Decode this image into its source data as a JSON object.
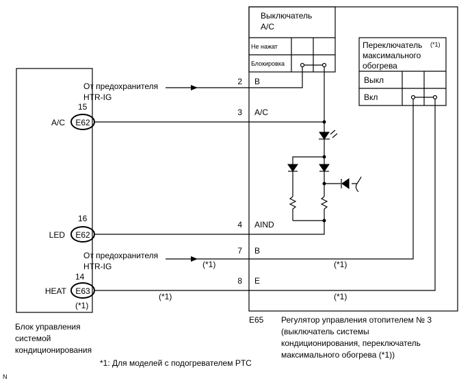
{
  "ecu": {
    "name_lines": [
      "Блок управления",
      "системой",
      "кондиционирования"
    ],
    "pins": [
      {
        "label": "A/C",
        "number": "15",
        "connector": "E62"
      },
      {
        "label": "LED",
        "number": "16",
        "connector": "E62"
      },
      {
        "label": "HEAT",
        "number": "14",
        "connector": "E63",
        "note": "(*1)"
      }
    ]
  },
  "ac_switch": {
    "title_lines": [
      "Выключатель",
      "A/C"
    ],
    "states": [
      "Не нажат",
      "Блокировка"
    ]
  },
  "max_heat_switch": {
    "title_lines": [
      "Переключатель",
      "максимального",
      "обогрева"
    ],
    "title_note": "(*1)",
    "states": [
      "Выкл",
      "Вкл"
    ]
  },
  "terminals": [
    {
      "number": "2",
      "name": "B"
    },
    {
      "number": "3",
      "name": "A/C"
    },
    {
      "number": "4",
      "name": "AIND"
    },
    {
      "number": "7",
      "name": "B"
    },
    {
      "number": "8",
      "name": "E"
    }
  ],
  "fuse_source": {
    "lines": [
      "От предохранителя",
      "HTR-IG"
    ]
  },
  "wire_notes": [
    "(*1)",
    "(*1)",
    "(*1)",
    "(*1)"
  ],
  "controller": {
    "connector": "E65",
    "name_lines": [
      "Регулятор управления отопителем № 3",
      "(выключатель системы",
      "кондиционирования, переключатель",
      "максимального обогрева (*1))"
    ]
  },
  "footnote": "*1: Для моделей с подогревателем PTC",
  "corner_mark": "N"
}
